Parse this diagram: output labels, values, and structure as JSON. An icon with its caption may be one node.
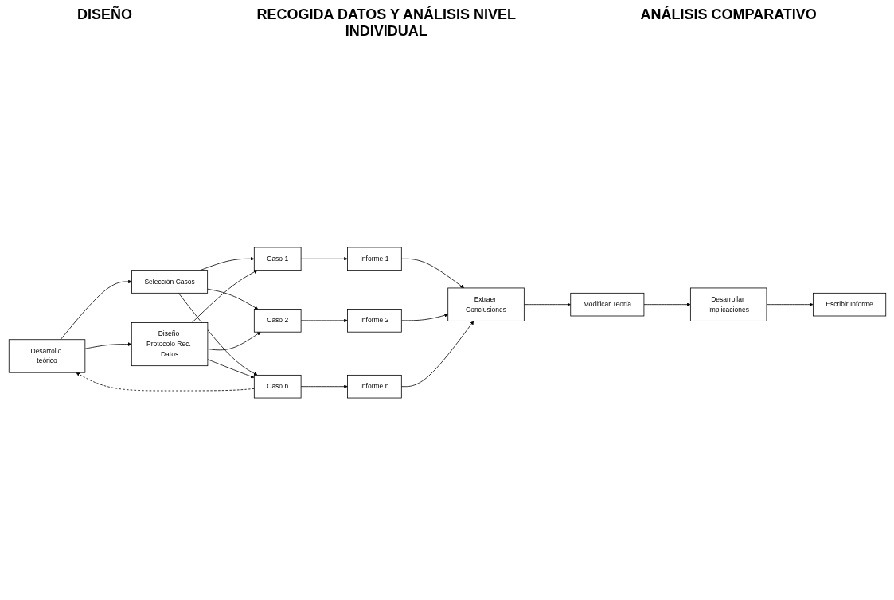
{
  "diagram": {
    "nodes": [
      {
        "text": [
          "Desarrollo teórico"
        ]
      },
      {
        "text": [
          "Selección Casos"
        ]
      },
      {
        "text": [
          "Diseño Protocolo Rec. Datos"
        ]
      },
      {
        "text": [
          "Caso 1"
        ]
      },
      {
        "text": [
          "Caso 2"
        ]
      },
      {
        "text": [
          "Caso n"
        ]
      },
      {
        "text": [
          "Informe 1"
        ]
      },
      {
        "text": [
          "Informe 2"
        ]
      },
      {
        "text": [
          "Informe n"
        ]
      },
      {
        "text": [
          "Extraer Conclusiones"
        ]
      },
      {
        "text": [
          "Modificar Teoría"
        ]
      },
      {
        "text": [
          "Desarrollar Implicaciones"
        ]
      },
      {
        "text": [
          "Escribir Informe"
        ]
      }
    ],
    "edges": [
      {
        "from": 0,
        "to": 1,
        "arrow": "to"
      },
      {
        "from": 0,
        "to": 2,
        "arrow": "to"
      },
      {
        "from": 1,
        "to": 3,
        "arrow": "to"
      },
      {
        "from": 1,
        "to": 4,
        "arrow": "to"
      },
      {
        "from": 1,
        "to": 5,
        "arrow": "to"
      },
      {
        "from": 2,
        "to": 3,
        "arrow": "to"
      },
      {
        "from": 2,
        "to": 4,
        "arrow": "to"
      },
      {
        "from": 2,
        "to": 5,
        "arrow": "to"
      },
      {
        "from": 3,
        "to": 6,
        "arrow": "to"
      },
      {
        "from": 4,
        "to": 7,
        "arrow": "to"
      },
      {
        "from": 5,
        "to": 8,
        "arrow": "to"
      },
      {
        "from": 6,
        "to": 9,
        "arrow": "to"
      },
      {
        "from": 7,
        "to": 9,
        "arrow": "to"
      },
      {
        "from": 8,
        "to": 9,
        "arrow": "to"
      },
      {
        "from": 9,
        "to": 10,
        "arrow": "to"
      },
      {
        "from": 10,
        "to": 11,
        "arrow": "to"
      },
      {
        "from": 11,
        "to": 12,
        "arrow": "to"
      },
      {
        "from": 5,
        "to": 0,
        "arrow": "to",
        "style": "dashed"
      }
    ],
    "labels": [
      "DISEÑO",
      "RECOGIDA DATOS Y ANÁLISIS NIVEL INDIVIDUAL",
      "ANÁLISIS COMPARATIVO"
    ]
  }
}
